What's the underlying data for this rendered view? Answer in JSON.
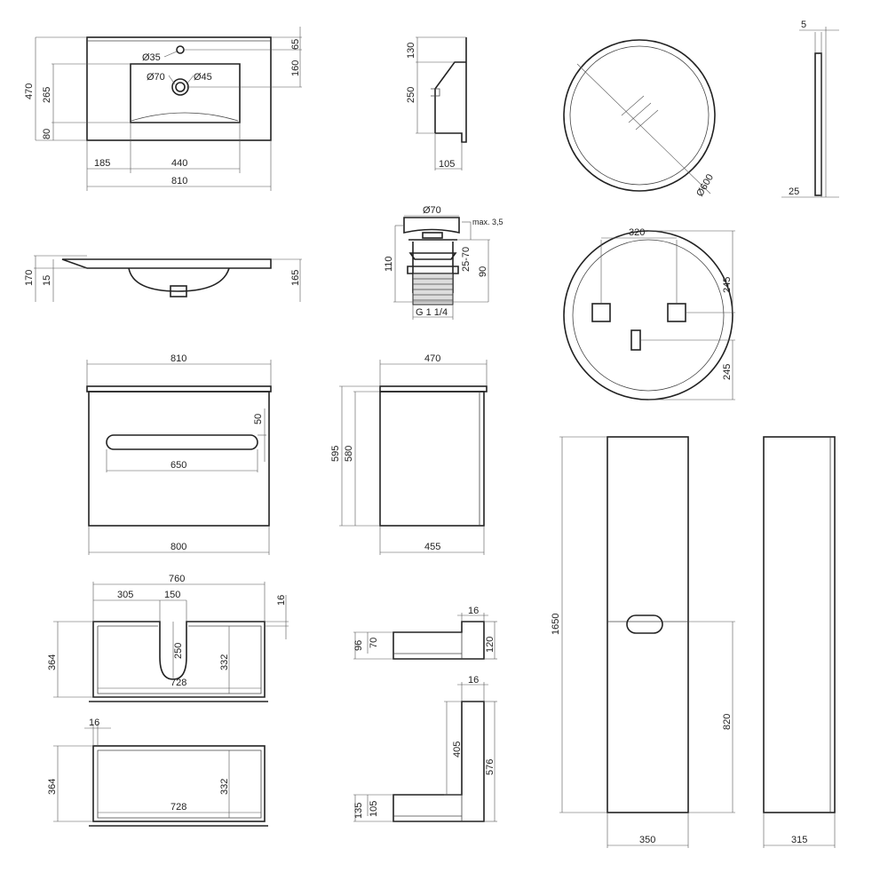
{
  "drawing": {
    "basin_top": {
      "width": "810",
      "depth": "470",
      "bowl_depth": "265",
      "front_margin": "80",
      "tap_offset": "65",
      "drain_offset": "160",
      "tap_hole": "Ø35",
      "drain_outer": "Ø70",
      "drain_inner": "Ø45",
      "left_margin": "185",
      "bowl_width": "440"
    },
    "basin_side": {
      "height": "170",
      "rim": "15",
      "bowl_height": "165"
    },
    "basin_section": {
      "top": "130",
      "depth": "250",
      "base": "105"
    },
    "drain": {
      "cap": "Ø70",
      "gap": "max. 3,5",
      "height": "110",
      "range": "25-70",
      "body": "90",
      "thread": "G 1 1/4"
    },
    "mirror": {
      "diameter": "Ø600",
      "thickness": "5",
      "depth": "25"
    },
    "mirror_back": {
      "bracket_spacing": "320",
      "upper": "245",
      "lower": "245"
    },
    "cabinet_front": {
      "top_width": "810",
      "handle_height": "50",
      "handle_width": "650",
      "width": "800"
    },
    "cabinet_side": {
      "depth_top": "470",
      "height_total": "595",
      "height": "580",
      "depth": "455"
    },
    "drawer_top": {
      "width": "760",
      "left": "305",
      "cutout": "150",
      "panel": "16",
      "depth": "364",
      "cutout_depth": "250",
      "inner_depth": "332",
      "inner_width": "728"
    },
    "drawer_bottom": {
      "panel": "16",
      "depth": "364",
      "inner_depth": "332",
      "inner_width": "728"
    },
    "profile_a": {
      "thickness": "16",
      "outer": "96",
      "inner": "70",
      "height": "120"
    },
    "profile_b": {
      "thickness": "16",
      "upper": "405",
      "total": "576",
      "outer": "135",
      "inner": "105"
    },
    "tall_cabinet": {
      "height": "1650",
      "handle_height": "820",
      "width": "350",
      "side_depth": "315"
    }
  }
}
